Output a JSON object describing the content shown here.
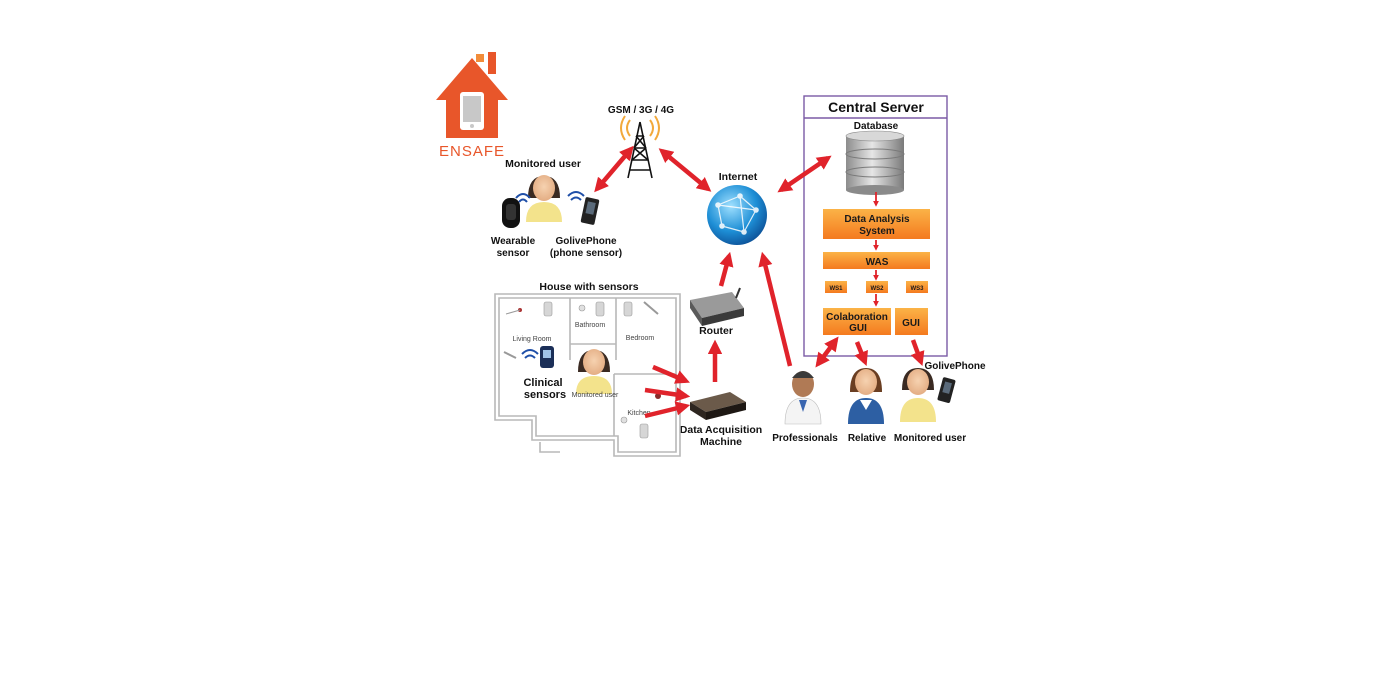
{
  "logo": {
    "text": "ENSAFE"
  },
  "network": {
    "gsm": "GSM / 3G / 4G",
    "internet": "Internet",
    "router": "Router",
    "dam_line1": "Data Acquisition",
    "dam_line2": "Machine"
  },
  "mobile_user": {
    "title": "Monitored user",
    "wearable_line1": "Wearable",
    "wearable_line2": "sensor",
    "phone_line1": "GolivePhone",
    "phone_line2": "(phone sensor)"
  },
  "house": {
    "title": "House with sensors",
    "living_room": "Living Room",
    "bathroom": "Bathroom",
    "bedroom": "Bedroom",
    "kitchen": "Kitchen",
    "clinical_line1": "Clinical",
    "clinical_line2": "sensors",
    "monitored_user": "Monitored user"
  },
  "server": {
    "title": "Central Server",
    "database": "Database",
    "das_line1": "Data Analysis",
    "das_line2": "System",
    "was": "WAS",
    "ws1": "WS1",
    "ws2": "WS2",
    "ws3": "WS3",
    "collab_line1": "Colaboration",
    "collab_line2": "GUI",
    "gui": "GUI"
  },
  "actors": {
    "professionals": "Professionals",
    "relative": "Relative",
    "monitored_user": "Monitored user",
    "golivephone": "GolivePhone"
  },
  "colors": {
    "arrow": "#e0232b",
    "server_border": "#7b5aa6",
    "orange_light": "#f9a23a",
    "orange_dark": "#f47a1f",
    "logo_orange": "#e8562a"
  }
}
